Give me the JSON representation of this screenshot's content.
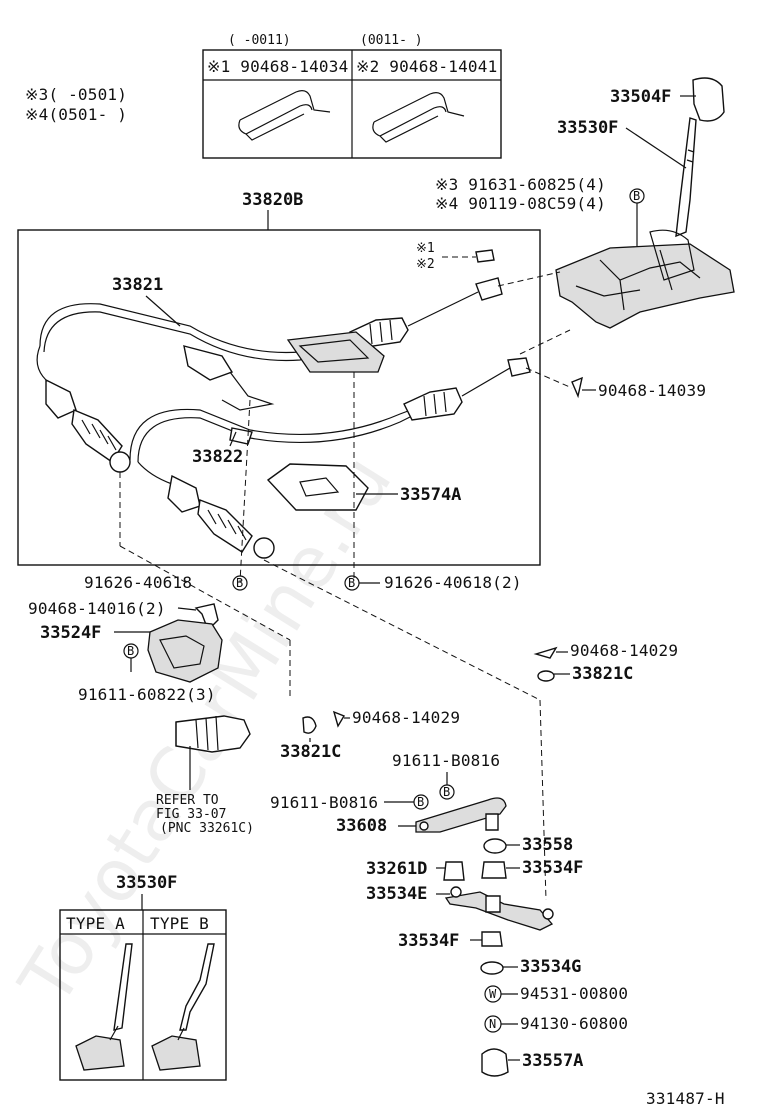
{
  "watermark": "ToyotaCarMine.ru",
  "figure_number": "331487-H",
  "clip_variants": {
    "col1_range": "( -0011)",
    "col2_range": "(0011- )",
    "col1_part": "※1 90468-14034",
    "col2_part": "※2 90468-14041"
  },
  "notes": {
    "note3": "※3(  -0501)",
    "note4": "※4(0501-  )",
    "marker1": "※1",
    "marker2": "※2"
  },
  "labels": {
    "p33504F": "33504F",
    "p33530F_top": "33530F",
    "p91631": "※3 91631-60825(4)",
    "p90119": "※4 90119-08C59(4)",
    "p33820B": "33820B",
    "p33821": "33821",
    "p90468_14039": "90468-14039",
    "p33822": "33822",
    "p33574A": "33574A",
    "p91626_a": "91626-40618",
    "p91626_b": "91626-40618(2)",
    "p90468_14016": "90468-14016(2)",
    "p33524F": "33524F",
    "p91611_60822": "91611-60822(3)",
    "p90468_14029_a": "90468-14029",
    "p33821C_a": "33821C",
    "p90468_14029_b": "90468-14029",
    "p33821C_b": "33821C",
    "p91611_B0816_a": "91611-B0816",
    "p91611_B0816_b": "91611-B0816",
    "refer1": "REFER TO",
    "refer2": "FIG 33-07",
    "refer3": "(PNC 33261C)",
    "p33608": "33608",
    "p33558": "33558",
    "p33261D": "33261D",
    "p33534F_a": "33534F",
    "p33534E": "33534E",
    "p33534F_b": "33534F",
    "p33534G": "33534G",
    "p94531": "94531-00800",
    "p94130": "94130-60800",
    "p33557A": "33557A",
    "p33530F_bottom": "33530F",
    "type_a": "TYPE A",
    "type_b": "TYPE B"
  },
  "symbols": {
    "B": "B",
    "W": "W",
    "N": "N"
  }
}
